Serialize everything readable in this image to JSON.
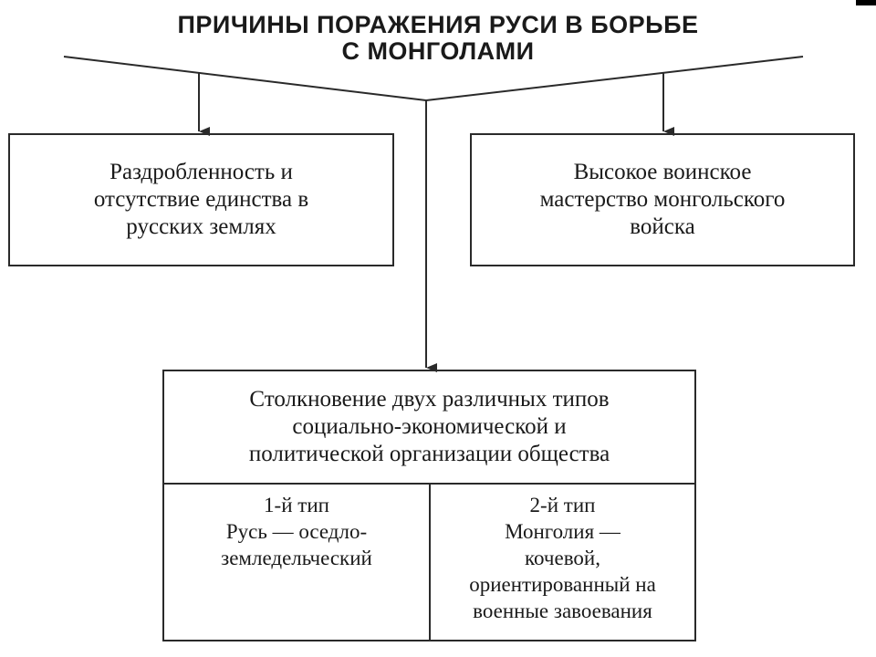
{
  "title": {
    "line1": "ПРИЧИНЫ ПОРАЖЕНИЯ РУСИ В БОРЬБЕ",
    "line2": "С МОНГОЛАМИ"
  },
  "causes": {
    "left": {
      "lines": [
        "Раздробленность и",
        "отсутствие единства в",
        "русских землях"
      ]
    },
    "right": {
      "lines": [
        "Высокое воинское",
        "мастерство монгольского",
        "войска"
      ]
    }
  },
  "collision": {
    "lines": [
      "Столкновение двух различных типов",
      "социально-экономической и",
      "политической организации общества"
    ],
    "type1": {
      "label": "1-й тип",
      "lines": [
        "Русь — оседло-",
        "земледельческий"
      ]
    },
    "type2": {
      "label": "2-й тип",
      "lines": [
        "Монголия —",
        "кочевой,",
        "ориентированный на",
        "военные завоевания"
      ]
    }
  }
}
